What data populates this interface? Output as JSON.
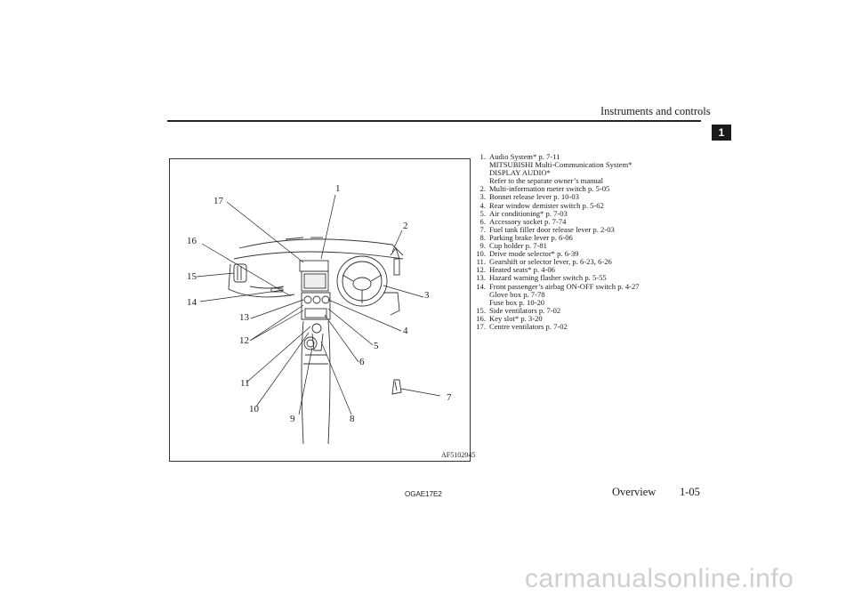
{
  "header": {
    "section_title": "Instruments and controls",
    "chapter_tab": "1"
  },
  "figure": {
    "code": "AF5102045",
    "callouts": [
      "1",
      "2",
      "3",
      "4",
      "5",
      "6",
      "7",
      "8",
      "9",
      "10",
      "11",
      "12",
      "13",
      "14",
      "15",
      "16",
      "17"
    ]
  },
  "legend": [
    {
      "num": "1.",
      "lines": [
        "Audio System* p. 7-11",
        "MITSUBISHI Multi-Communication System*",
        "DISPLAY AUDIO*",
        "Refer to the separate owner’s manual"
      ]
    },
    {
      "num": "2.",
      "lines": [
        "Multi-information meter switch p. 5-05"
      ]
    },
    {
      "num": "3.",
      "lines": [
        "Bonnet release lever p. 10-03"
      ]
    },
    {
      "num": "4.",
      "lines": [
        "Rear window demister switch p. 5-62"
      ]
    },
    {
      "num": "5.",
      "lines": [
        "Air conditioning* p. 7-03"
      ]
    },
    {
      "num": "6.",
      "lines": [
        "Accessory socket p. 7-74"
      ]
    },
    {
      "num": "7.",
      "lines": [
        "Fuel tank filler door release lever p. 2-03"
      ]
    },
    {
      "num": "8.",
      "lines": [
        "Parking brake lever p. 6-06"
      ]
    },
    {
      "num": "9.",
      "lines": [
        "Cup holder p. 7-81"
      ]
    },
    {
      "num": "10.",
      "lines": [
        "Drive mode selector* p. 6-39"
      ]
    },
    {
      "num": "11.",
      "lines": [
        "Gearshift or selector lever, p. 6-23, 6-26"
      ]
    },
    {
      "num": "12.",
      "lines": [
        "Heated seats* p. 4-06"
      ]
    },
    {
      "num": "13.",
      "lines": [
        "Hazard warning flasher switch p. 5-55"
      ]
    },
    {
      "num": "14.",
      "lines": [
        "Front passenger’s airbag ON-OFF switch p. 4-27",
        "Glove box p. 7-78",
        "Fuse box p. 10-20"
      ]
    },
    {
      "num": "15.",
      "lines": [
        "Side ventilators p. 7-02"
      ]
    },
    {
      "num": "16.",
      "lines": [
        "Key slot* p. 3-20"
      ]
    },
    {
      "num": "17.",
      "lines": [
        "Centre ventilators p. 7-02"
      ]
    }
  ],
  "footer": {
    "doc_code": "OGAE17E2",
    "section": "Overview",
    "page": "1-05"
  },
  "watermark": "carmanualsonline.info"
}
